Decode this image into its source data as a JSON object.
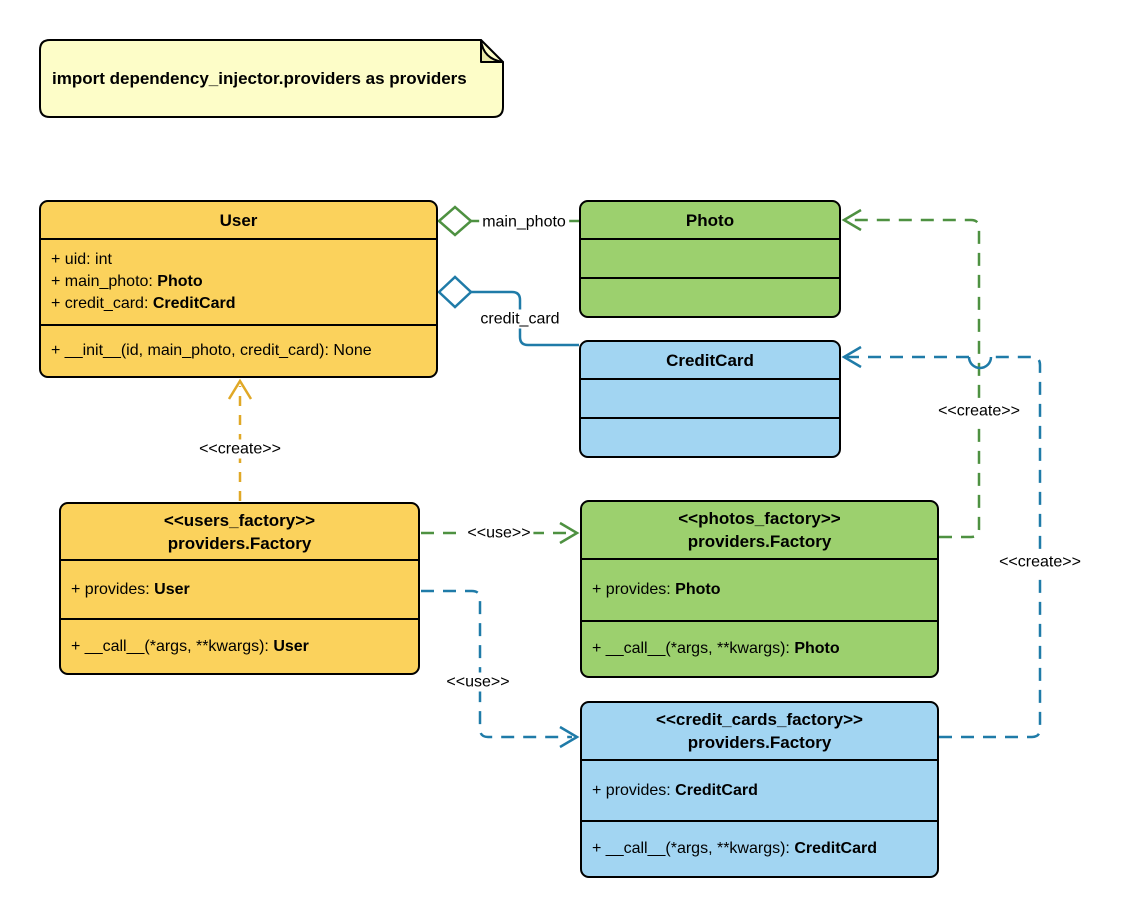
{
  "note": {
    "text": "import dependency_injector.providers as providers"
  },
  "classes": {
    "user": {
      "title": "User",
      "attributes": [
        {
          "text": "+ uid: int"
        },
        {
          "text": "+ main_photo: ",
          "bold": "Photo"
        },
        {
          "text": "+ credit_card: ",
          "bold": "CreditCard"
        }
      ],
      "methods": [
        {
          "text": "+ __init__(id, main_photo, credit_card): None"
        }
      ]
    },
    "photo": {
      "title": "Photo"
    },
    "credit_card": {
      "title": "CreditCard"
    },
    "users_factory": {
      "stereotype": "<<users_factory>>",
      "title": "providers.Factory",
      "attributes": [
        {
          "text": "+ provides: ",
          "bold": "User"
        }
      ],
      "methods": [
        {
          "text": "+ __call__(*args, **kwargs): ",
          "bold": "User"
        }
      ]
    },
    "photos_factory": {
      "stereotype": "<<photos_factory>>",
      "title": "providers.Factory",
      "attributes": [
        {
          "text": "+ provides: ",
          "bold": "Photo"
        }
      ],
      "methods": [
        {
          "text": "+ __call__(*args, **kwargs): ",
          "bold": "Photo"
        }
      ]
    },
    "credit_cards_factory": {
      "stereotype": "<<credit_cards_factory>>",
      "title": "providers.Factory",
      "attributes": [
        {
          "text": "+ provides: ",
          "bold": "CreditCard"
        }
      ],
      "methods": [
        {
          "text": "+ __call__(*args, **kwargs): ",
          "bold": "CreditCard"
        }
      ]
    }
  },
  "edges": {
    "user_aggregates_photo": {
      "label": "main_photo"
    },
    "user_aggregates_credit_card": {
      "label": "credit_card"
    },
    "users_factory_creates_user": {
      "label": "<<create>>"
    },
    "users_factory_uses_photos_factory": {
      "label": "<<use>>"
    },
    "users_factory_uses_credit_cards_factory": {
      "label": "<<use>>"
    },
    "photos_factory_creates_photo": {
      "label": "<<create>>"
    },
    "credit_cards_factory_creates_credit_card": {
      "label": "<<create>>"
    }
  },
  "colors": {
    "class_yellow": "#FBD25C",
    "class_green": "#9CD06E",
    "class_blue": "#A2D5F2",
    "note_fill": "#FDFDC8",
    "note_fold": "#E8E8A6",
    "edge_green": "#4E9141",
    "edge_blue": "#1F7BA8",
    "edge_gold": "#E0A826"
  }
}
